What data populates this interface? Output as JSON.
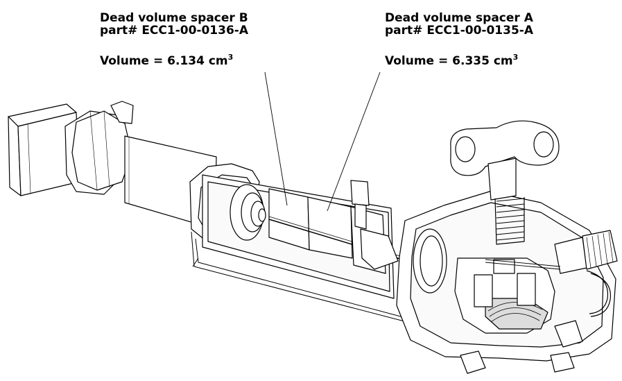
{
  "annotations": {
    "spacer_b": {
      "title": "Dead volume spacer B",
      "part": "part# ECC1-00-0136-A",
      "volume_label": "Volume = 6.134 cm",
      "volume_sup": "3"
    },
    "spacer_a": {
      "title": "Dead volume spacer A",
      "part": "part# ECC1-00-0135-A",
      "volume_label": "Volume = 6.335 cm",
      "volume_sup": "3"
    }
  },
  "colors": {
    "line": "#000000",
    "fill": "#ffffff",
    "shade": "#dcdcdc"
  }
}
